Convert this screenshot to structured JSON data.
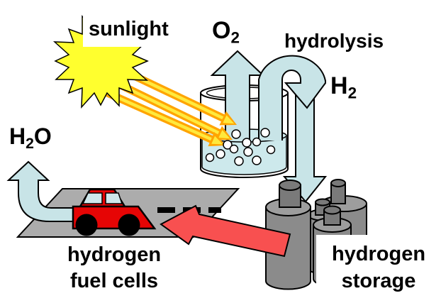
{
  "diagram": {
    "title_present": false,
    "labels": {
      "sunlight": "sunlight",
      "hydrolysis": "hydrolysis",
      "o2": {
        "main": "O",
        "sub": "2"
      },
      "h2": {
        "main": "H",
        "sub": "2"
      },
      "h2o": {
        "pre": "H",
        "sub": "2",
        "post": "O"
      },
      "fuel_cells": {
        "line1": "hydrogen",
        "line2": "fuel cells"
      },
      "storage": {
        "line1": "hydrogen",
        "line2": "storage"
      }
    },
    "components": {
      "sun": "sun-burst-icon",
      "rays": "solar-ray-arrows",
      "beaker": "electrolysis-beaker",
      "bubbles": "gas-bubbles",
      "oxygen_arrow": "oxygen-up-arrow",
      "arch_arrow": "hydrolysis-arch-arrow",
      "down_arrow": "hydrogen-down-arrow",
      "tanks": "storage-tank-cylinders",
      "supply_arrow": "hydrogen-supply-arrow",
      "car": "fuel-cell-car",
      "road": "road",
      "vapor_arrow": "water-vapor-arrow"
    },
    "colors": {
      "sun_yellow": "#ffff2e",
      "ray_orange": "#ffa400",
      "ray_yellow": "#ffe93d",
      "flow_blue": "#c8e4e7",
      "liquid_blue": "#cde9ec",
      "window_blue": "#cfe7eb",
      "car_red": "#e60505",
      "arrow_red": "#f85050",
      "road_gray": "#acacac",
      "tank_gray": "#8b8b8b",
      "tank_top_gray": "#9d9d9d",
      "tank_cap_gray": "#7a7a7a",
      "outline": "#000000"
    }
  }
}
